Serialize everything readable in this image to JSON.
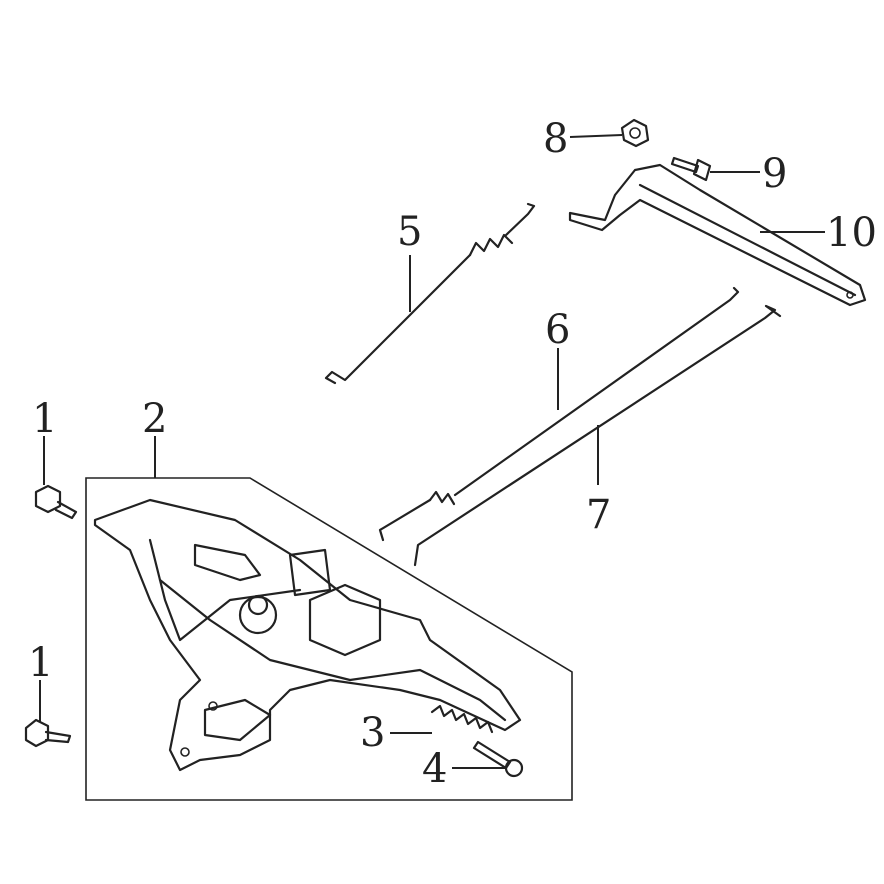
{
  "diagram": {
    "callouts": [
      {
        "id": "callout-1a",
        "text": "1"
      },
      {
        "id": "callout-2",
        "text": "2"
      },
      {
        "id": "callout-1b",
        "text": "1"
      },
      {
        "id": "callout-3",
        "text": "3"
      },
      {
        "id": "callout-4",
        "text": "4"
      },
      {
        "id": "callout-5",
        "text": "5"
      },
      {
        "id": "callout-6",
        "text": "6"
      },
      {
        "id": "callout-7",
        "text": "7"
      },
      {
        "id": "callout-8",
        "text": "8"
      },
      {
        "id": "callout-9",
        "text": "9"
      },
      {
        "id": "callout-10",
        "text": "10"
      }
    ]
  }
}
